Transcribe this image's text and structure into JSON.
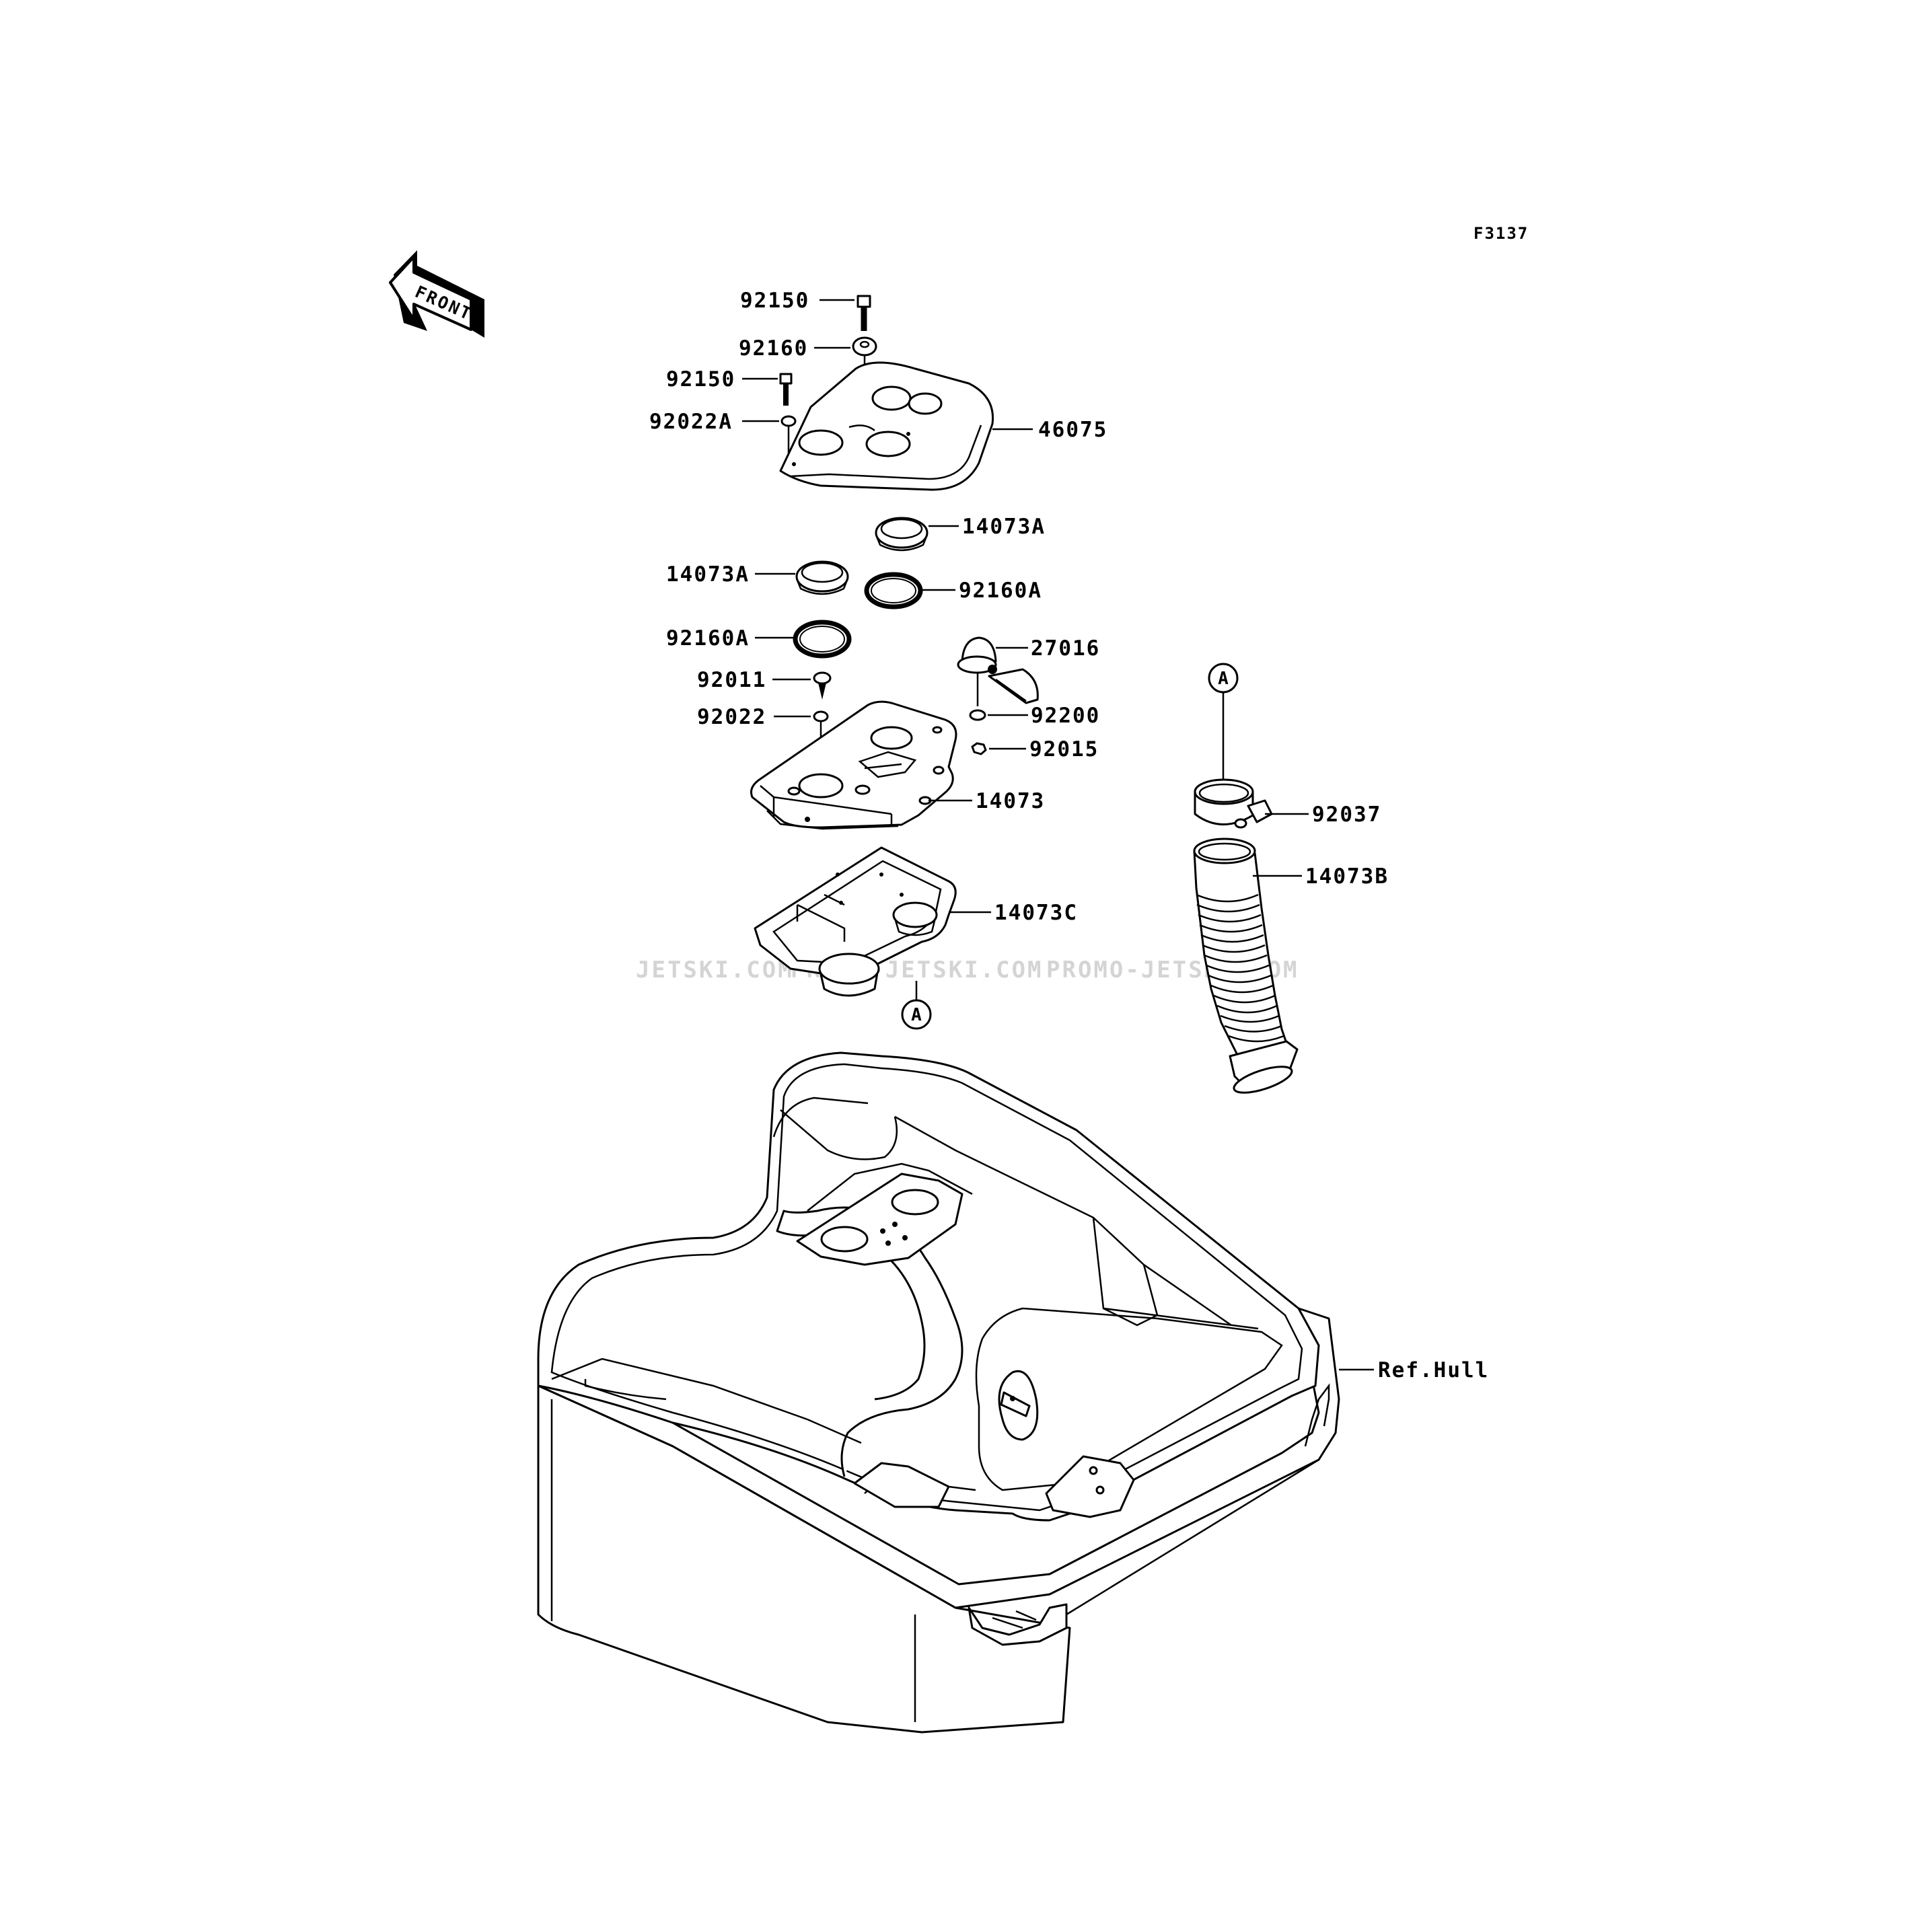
{
  "diagram": {
    "figure_code": "F3137",
    "front_marker": "FRONT",
    "callout_letter": "A",
    "watermark": {
      "segments": [
        "JETSKI.COM",
        "PROMO-JETSKI.COM",
        "PROMO-JETSKI.COM"
      ]
    },
    "labels": {
      "p92150_top": "92150",
      "p92160": "92160",
      "p92150_left": "92150",
      "p92022A": "92022A",
      "p46075": "46075",
      "p14073A_right": "14073A",
      "p14073A_left": "14073A",
      "p92160A_right": "92160A",
      "p92160A_left": "92160A",
      "p27016": "27016",
      "p92011": "92011",
      "p92022": "92022",
      "p92200": "92200",
      "p92015": "92015",
      "p14073": "14073",
      "p14073C": "14073C",
      "p92037": "92037",
      "p14073B": "14073B",
      "ref_hull": "Ref.Hull"
    }
  }
}
